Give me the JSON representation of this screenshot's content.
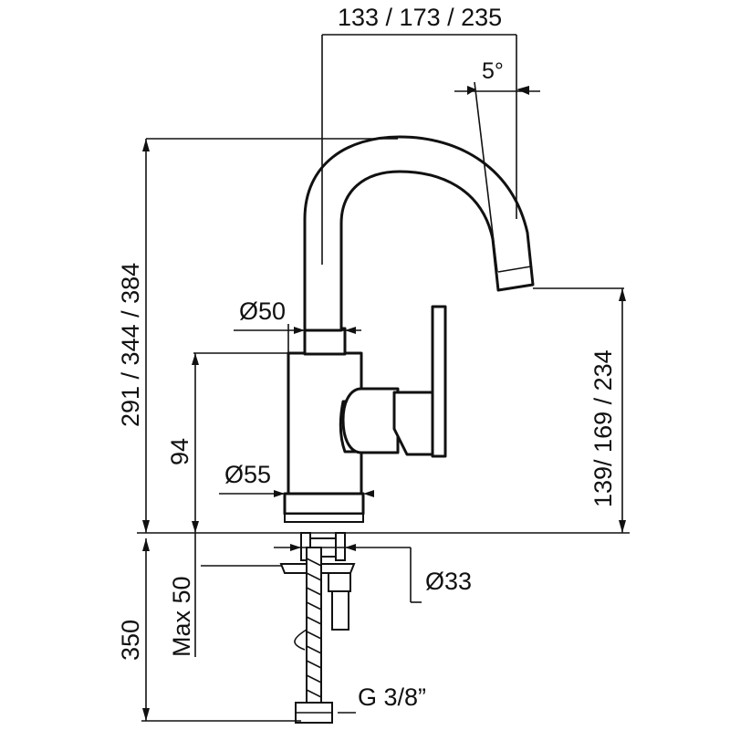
{
  "dimensions": {
    "spout_reach": "133 / 173 / 235",
    "spout_angle": "5°",
    "total_height": "291 / 344 / 384",
    "spout_height": "139/ 169 / 234",
    "upper_diameter": "Ø50",
    "body_height": "94",
    "base_diameter": "Ø55",
    "shank_diameter": "Ø33",
    "max_deck": "Max 50",
    "hose_length": "350",
    "connection_thread": "G 3/8”"
  }
}
